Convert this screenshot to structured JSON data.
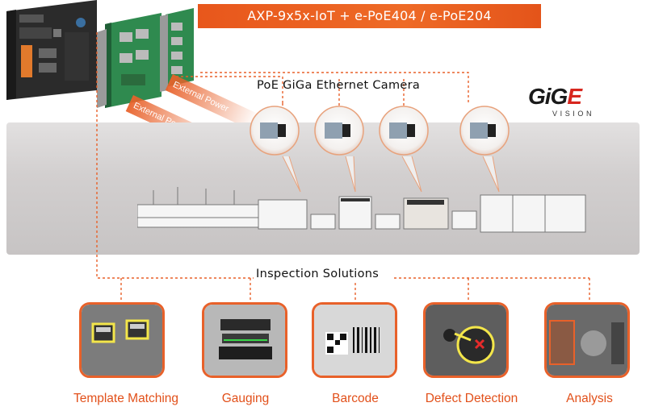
{
  "banner": {
    "title": "AXP-9x5x-IoT + e-PoE404 / e-PoE204"
  },
  "hardware": {
    "power_label_1": "External Power",
    "power_label_2": "External Power"
  },
  "camera_section": {
    "title": "PoE GiGa Ethernet Camera"
  },
  "logo": {
    "main": "GiGE",
    "sub": "VISION",
    "accent": "#d7261e"
  },
  "inspection": {
    "title": "Inspection Solutions",
    "items": [
      {
        "label": "Template Matching"
      },
      {
        "label": "Gauging"
      },
      {
        "label": "Barcode"
      },
      {
        "label": "Defect Detection"
      },
      {
        "label": "Analysis"
      }
    ]
  },
  "colors": {
    "accent": "#e8612a",
    "connector": "#e8612a",
    "banner": "#e8571c"
  }
}
